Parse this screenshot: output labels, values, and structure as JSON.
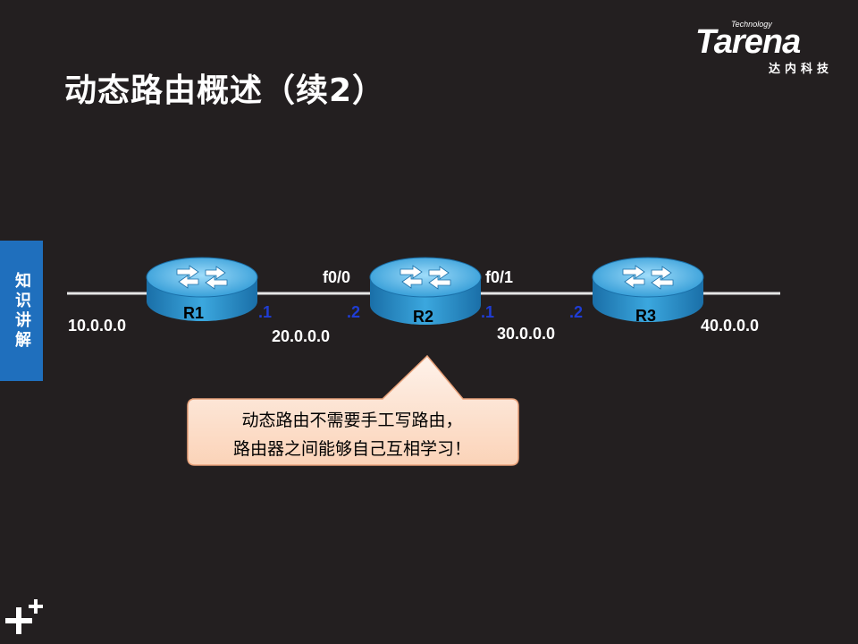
{
  "logo": {
    "brand": "Tarena",
    "tagline": "Technology",
    "subtitle": "达内科技"
  },
  "slide": {
    "title": "动态路由概述（续2）"
  },
  "side_tab": {
    "label": "知识讲解"
  },
  "routers": [
    {
      "label": "R1"
    },
    {
      "label": "R2"
    },
    {
      "label": "R3"
    }
  ],
  "networks": [
    "10.0.0.0",
    "20.0.0.0",
    "30.0.0.0",
    "40.0.0.0"
  ],
  "interfaces": [
    "f0/0",
    "f0/1"
  ],
  "host_ids": [
    ".1",
    ".2",
    ".1",
    ".2"
  ],
  "callout": {
    "line1": "动态路由不需要手工写路由，",
    "line2": "路由器之间能够自己互相学习！"
  },
  "colors": {
    "background": "#231f20",
    "accent_blue": "#1f6fbd",
    "host_id_blue": "#1f3dd4",
    "router_blue": "#3aa6dd",
    "callout_fill": "#fde9d9"
  }
}
